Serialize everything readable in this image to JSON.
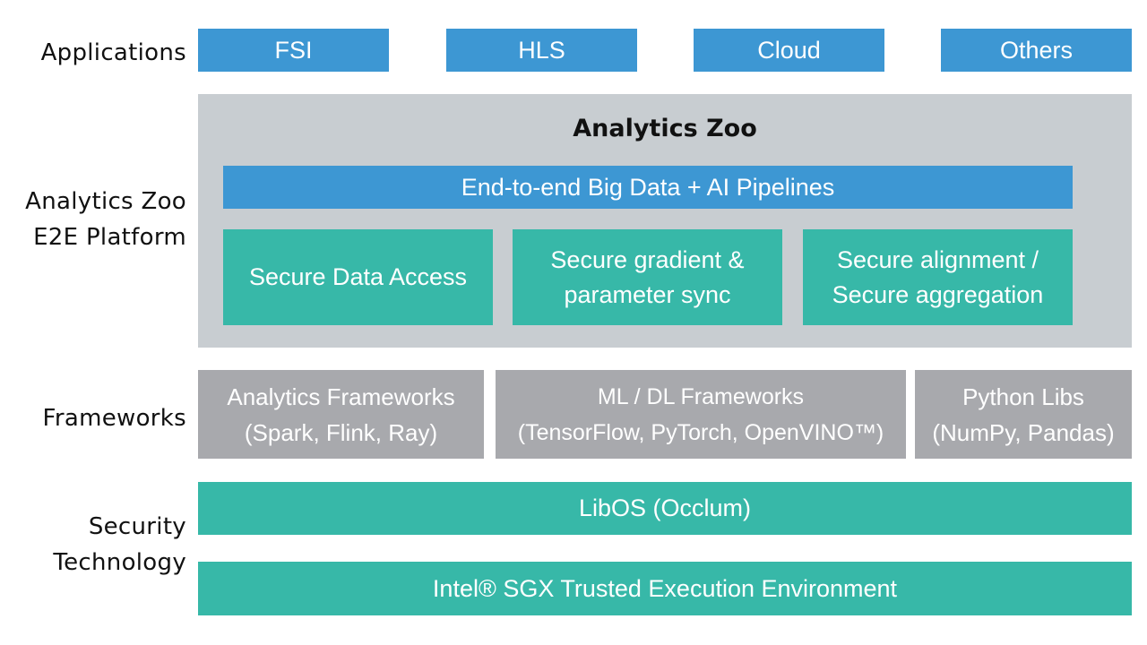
{
  "colors": {
    "blue": "#3d97d3",
    "teal": "#37b8a8",
    "gray_box": "#a8a9ad",
    "platform_bg": "#c8cdd1",
    "label_text": "#111111"
  },
  "rows": {
    "applications": {
      "label": "Applications"
    },
    "platform": {
      "label_line1": "Analytics Zoo",
      "label_line2": "E2E Platform"
    },
    "frameworks": {
      "label": "Frameworks"
    },
    "security": {
      "label_line1": "Security",
      "label_line2": "Technology"
    }
  },
  "applications": [
    {
      "label": "FSI"
    },
    {
      "label": "HLS"
    },
    {
      "label": "Cloud"
    },
    {
      "label": "Others"
    }
  ],
  "platform": {
    "title": "Analytics Zoo",
    "pipeline": "End-to-end Big Data + AI Pipelines",
    "secure_components": [
      {
        "line1": "Secure Data Access",
        "line2": ""
      },
      {
        "line1": "Secure gradient &",
        "line2": "parameter sync"
      },
      {
        "line1": "Secure alignment /",
        "line2": "Secure aggregation"
      }
    ]
  },
  "frameworks": [
    {
      "line1": "Analytics Frameworks",
      "line2": "(Spark, Flink, Ray)"
    },
    {
      "line1": "ML / DL Frameworks",
      "line2": "(TensorFlow, PyTorch, OpenVINO™)"
    },
    {
      "line1": "Python Libs",
      "line2": "(NumPy, Pandas)"
    }
  ],
  "security": {
    "libos": "LibOS (Occlum)",
    "sgx": "Intel® SGX Trusted Execution Environment"
  }
}
